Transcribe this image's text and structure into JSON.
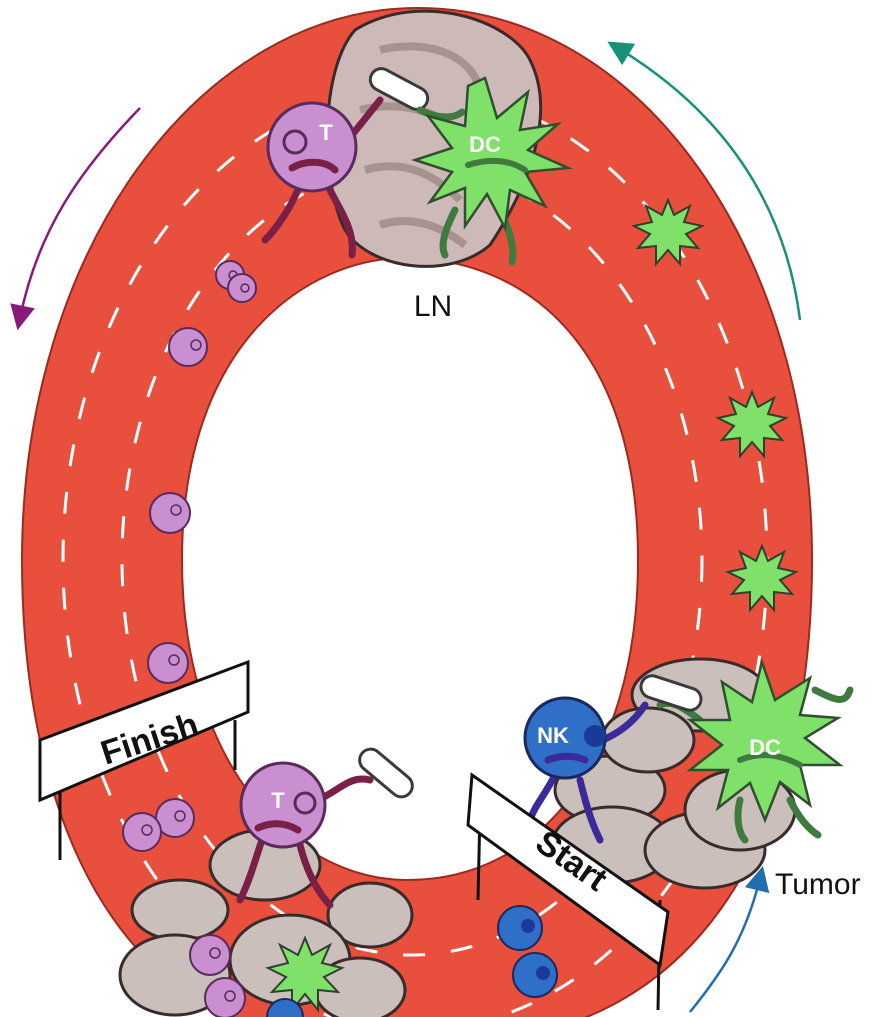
{
  "labels": {
    "lymph_node": "LN",
    "tumor": "Tumor"
  },
  "signs": {
    "finish": "Finish",
    "start": "Start"
  },
  "cells": {
    "t_cell": "T",
    "dendritic_cell": "DC",
    "nk_cell": "NK"
  },
  "colors": {
    "track": "#e8503d",
    "t_cell": "#c98fd0",
    "t_cell_limb": "#7a1f45",
    "dendritic_cell": "#7fe06a",
    "dendritic_cell_limb": "#3f7a3f",
    "nk_cell": "#2f6fc8",
    "nk_cell_limb": "#3a2a9a",
    "tissue": "#cbbfbc",
    "arrow_purple": "#8a1a7a",
    "arrow_teal": "#17917a",
    "arrow_blue": "#1f6fb0"
  }
}
